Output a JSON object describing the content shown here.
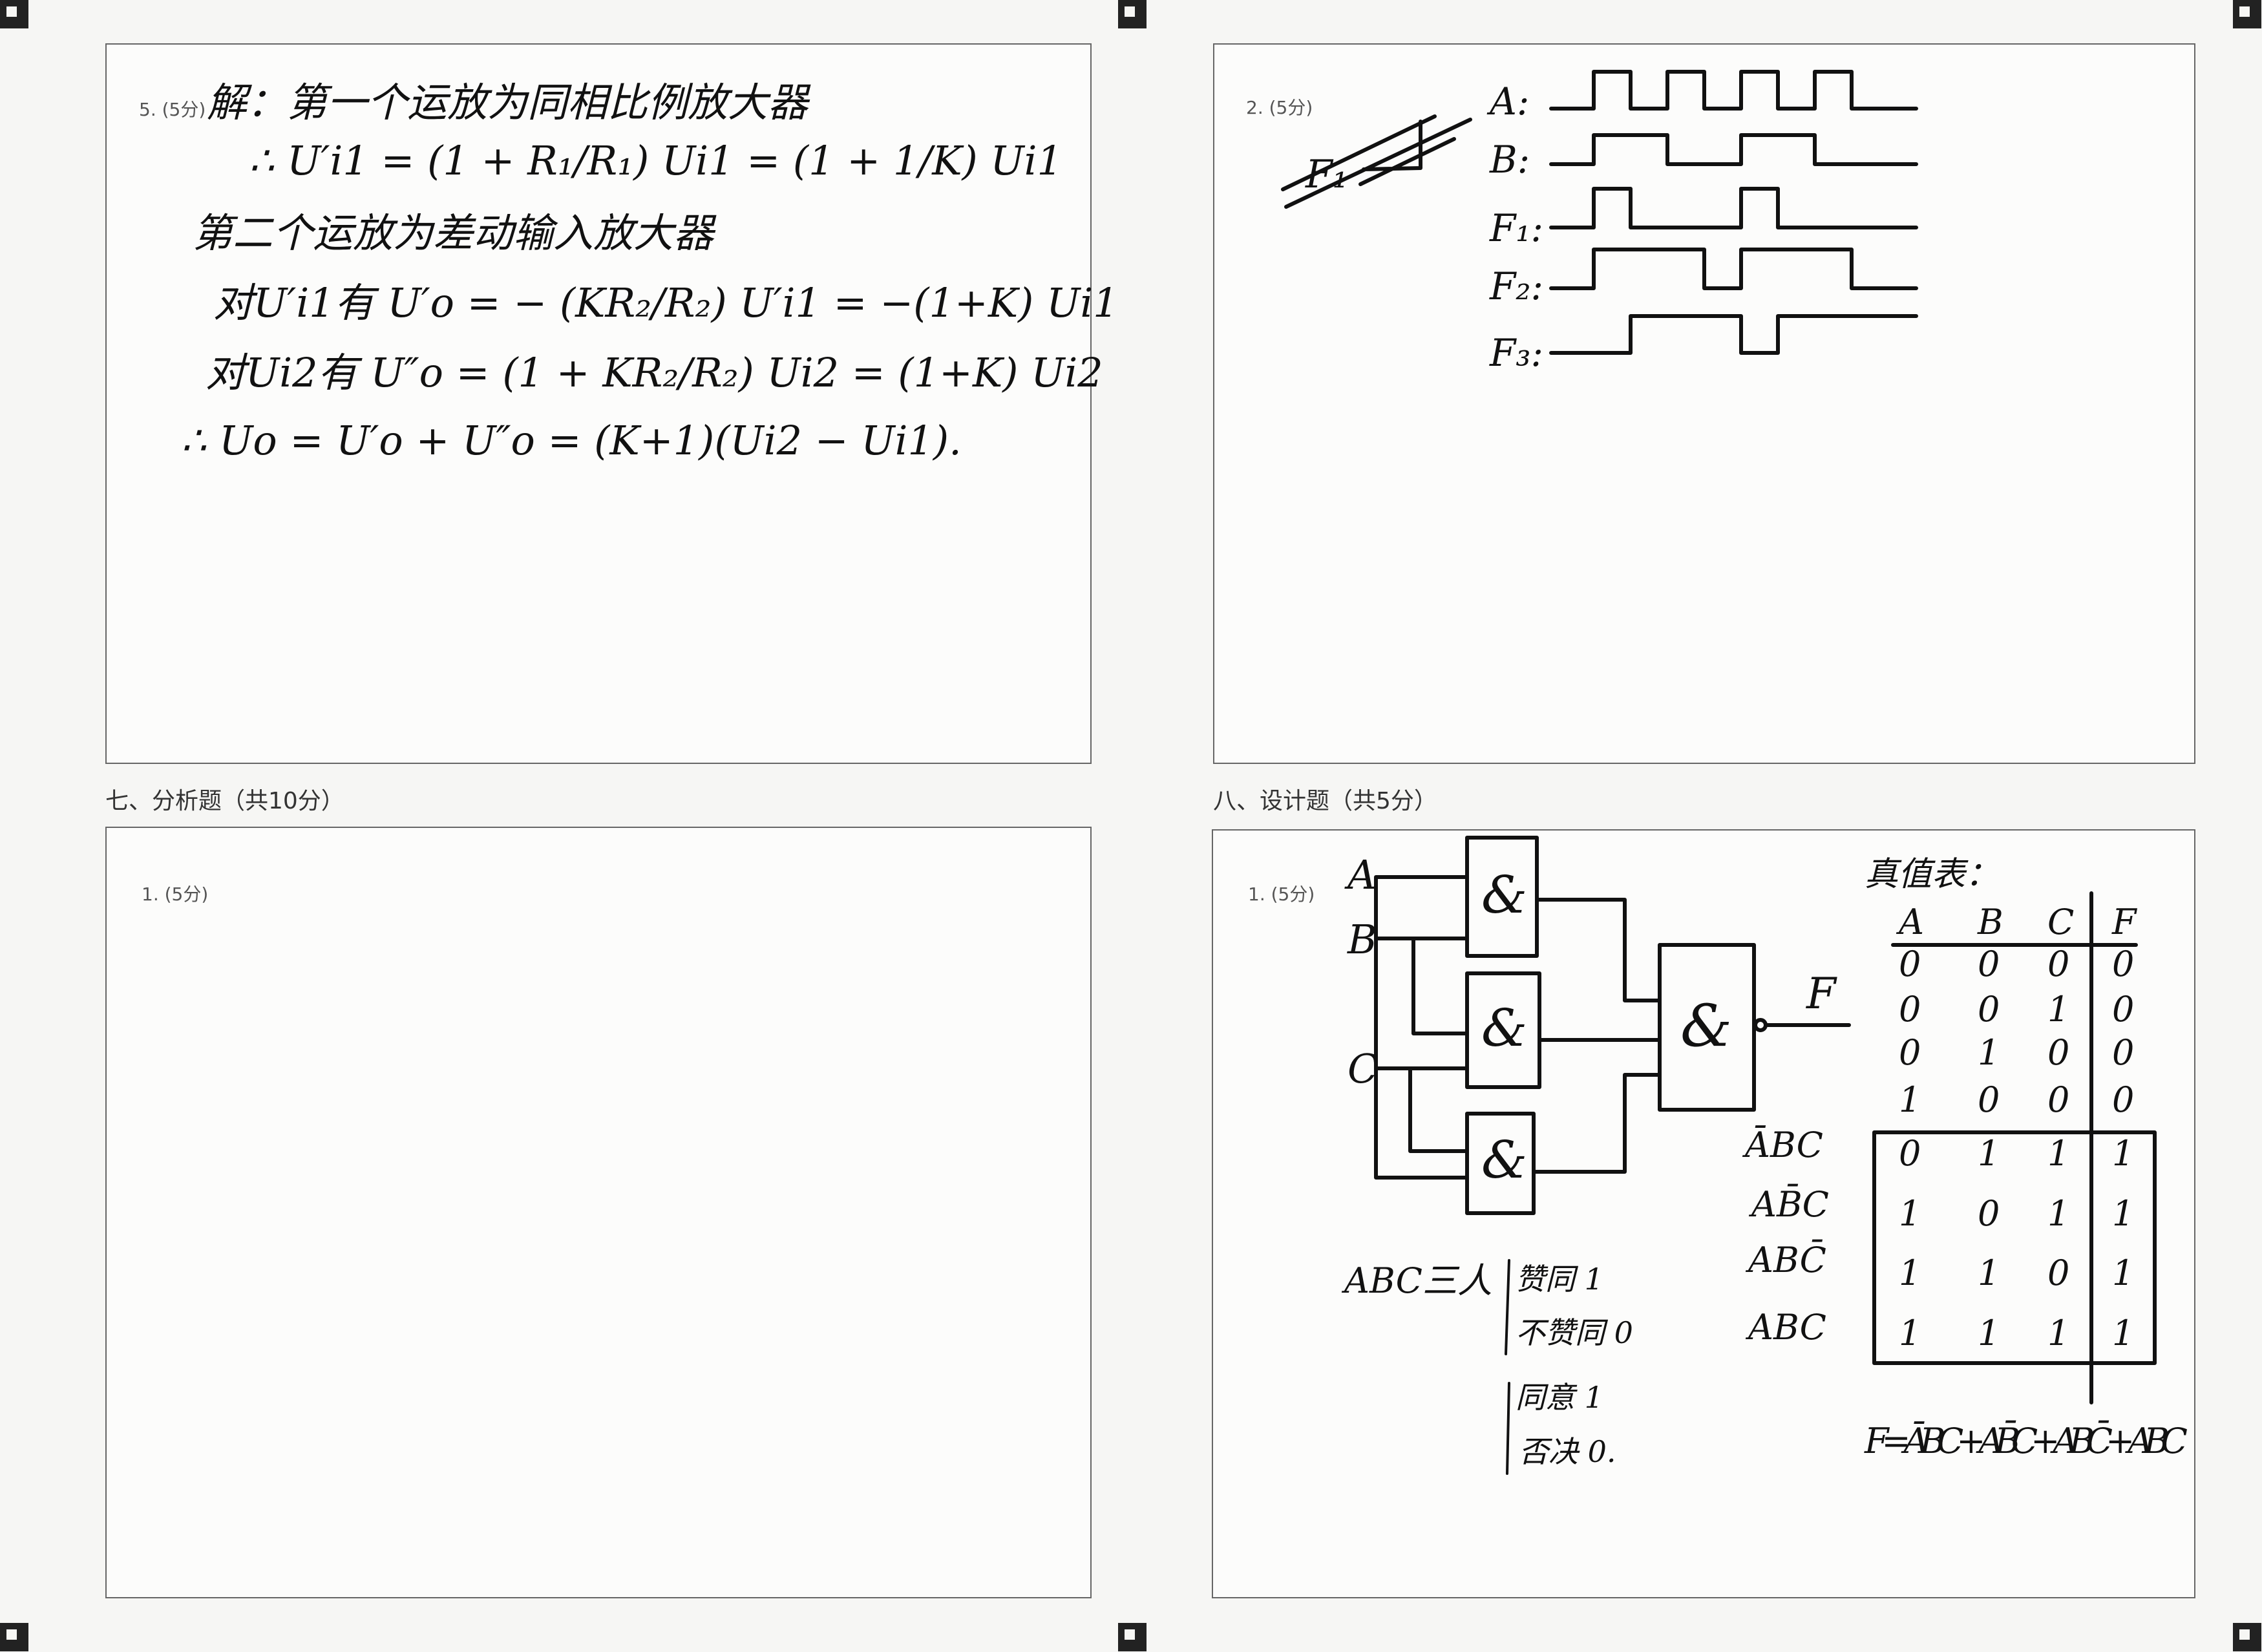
{
  "sections": {
    "seven_title": "七、分析题（共10分）",
    "eight_title": "八、设计题（共5分）"
  },
  "top_left": {
    "question_label": "5. (5分)",
    "lines": [
      "解：第一个运放为同相比例放大器",
      "∴ U′i1 = (1 + R₁/R₁) Ui1 = (1 + 1/K) Ui1",
      "第二个运放为差动输入放大器",
      "对U′i1有  U′o = − (KR₂/R₂) U′i1 = −(1+K) Ui1",
      "对Ui2有  U″o = (1 + KR₂/R₂) Ui2 = (1+K) Ui2",
      "∴ Uo = U′o + U″o = (K+1)(Ui2 − Ui1)."
    ]
  },
  "top_right": {
    "question_label": "2. (5分)",
    "crossed_out": "F₁",
    "waveforms": [
      {
        "label": "A:",
        "levels": [
          0,
          1,
          0,
          1,
          0,
          1,
          0,
          1,
          0
        ]
      },
      {
        "label": "B:",
        "levels": [
          0,
          1,
          1,
          0,
          0,
          1,
          1,
          0,
          0
        ]
      },
      {
        "label": "F₁:",
        "levels": [
          0,
          1,
          0,
          0,
          0,
          1,
          0,
          0,
          0
        ]
      },
      {
        "label": "F₂:",
        "levels": [
          0,
          1,
          1,
          1,
          0,
          1,
          1,
          1,
          0
        ]
      },
      {
        "label": "F₃:",
        "levels": [
          0,
          0,
          1,
          1,
          1,
          0,
          1,
          1,
          1
        ]
      }
    ]
  },
  "bottom_left": {
    "question_label": "1. (5分)"
  },
  "bottom_right": {
    "question_label": "1. (5分)",
    "circuit": {
      "inputs": [
        "A",
        "B",
        "C"
      ],
      "gate_symbol": "&",
      "output": "F"
    },
    "truth_table": {
      "title": "真值表：",
      "headers": [
        "A",
        "B",
        "C",
        "F"
      ],
      "rows": [
        [
          "0",
          "0",
          "0",
          "0"
        ],
        [
          "0",
          "0",
          "1",
          "0"
        ],
        [
          "0",
          "1",
          "0",
          "0"
        ],
        [
          "1",
          "0",
          "0",
          "0"
        ],
        [
          "0",
          "1",
          "1",
          "1"
        ],
        [
          "1",
          "0",
          "1",
          "1"
        ],
        [
          "1",
          "1",
          "0",
          "1"
        ],
        [
          "1",
          "1",
          "1",
          "1"
        ]
      ],
      "minterms": [
        "ĀBC",
        "AB̄C",
        "ABC̄",
        "ABC"
      ]
    },
    "expression": "F = ĀBC + AB̄C + ABC̄ + ABC",
    "notes": {
      "subject": "ABC三人",
      "agree": "赞同 1",
      "disagree": "不赞同 0",
      "pass": "同意 1",
      "reject": "否决 0."
    }
  }
}
